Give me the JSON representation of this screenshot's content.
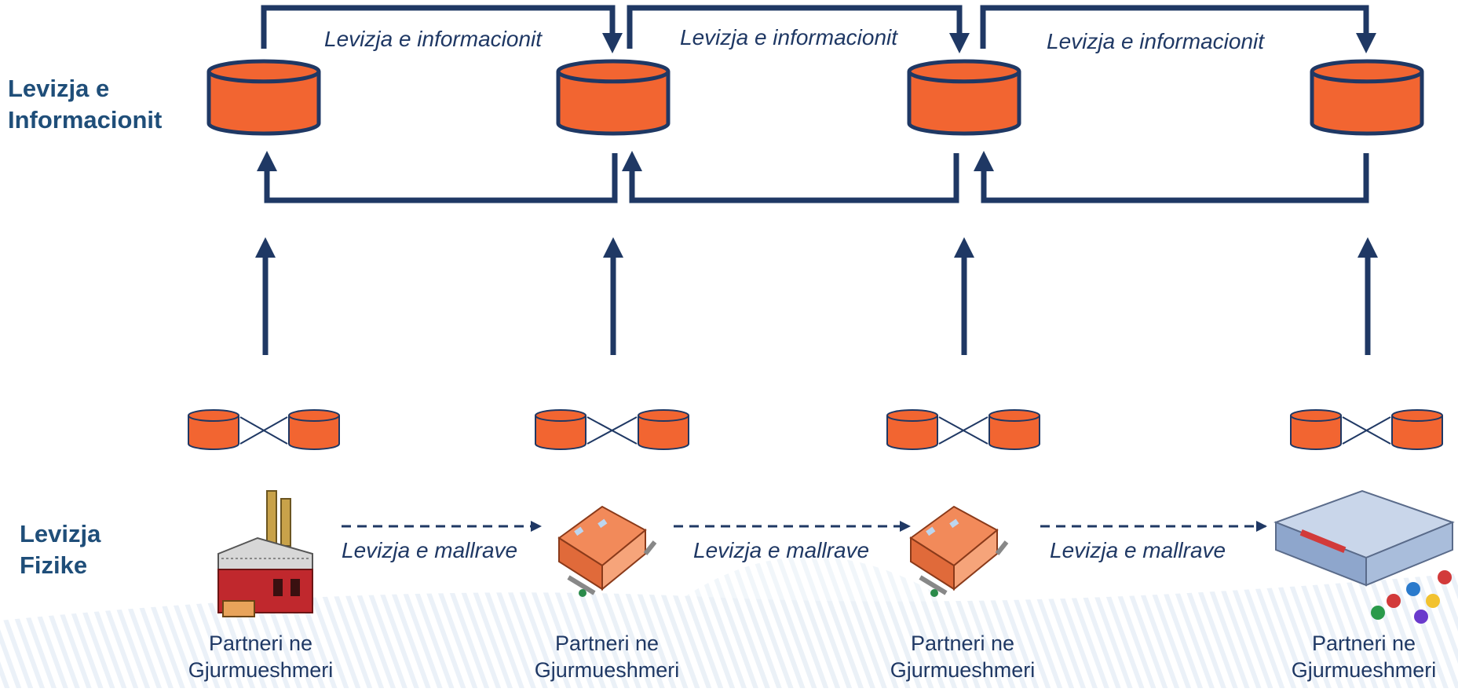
{
  "labels": {
    "info_row_line1": "Levizja e",
    "info_row_line2": "Informacionit",
    "physical_row_line1": "Levizja",
    "physical_row_line2": "Fizike"
  },
  "info_flows": [
    "Levizja e informacionit",
    "Levizja e informacionit",
    "Levizja e informacionit"
  ],
  "goods_flows": [
    "Levizja e mallrave",
    "Levizja e mallrave",
    "Levizja e mallrave"
  ],
  "partners": [
    {
      "line1": "Partneri ne",
      "line2": "Gjurmueshmeri",
      "icon": "factory-icon"
    },
    {
      "line1": "Partneri ne",
      "line2": "Gjurmueshmeri",
      "icon": "warehouse-icon"
    },
    {
      "line1": "Partneri ne",
      "line2": "Gjurmueshmeri",
      "icon": "warehouse-icon"
    },
    {
      "line1": "Partneri ne",
      "line2": "Gjurmueshmeri",
      "icon": "retail-store-icon"
    }
  ],
  "colors": {
    "database_fill": "#f26531",
    "database_stroke": "#1f3864",
    "arrow": "#1f3864",
    "text_dark": "#1f3864",
    "label_blue": "#1f4e79"
  }
}
